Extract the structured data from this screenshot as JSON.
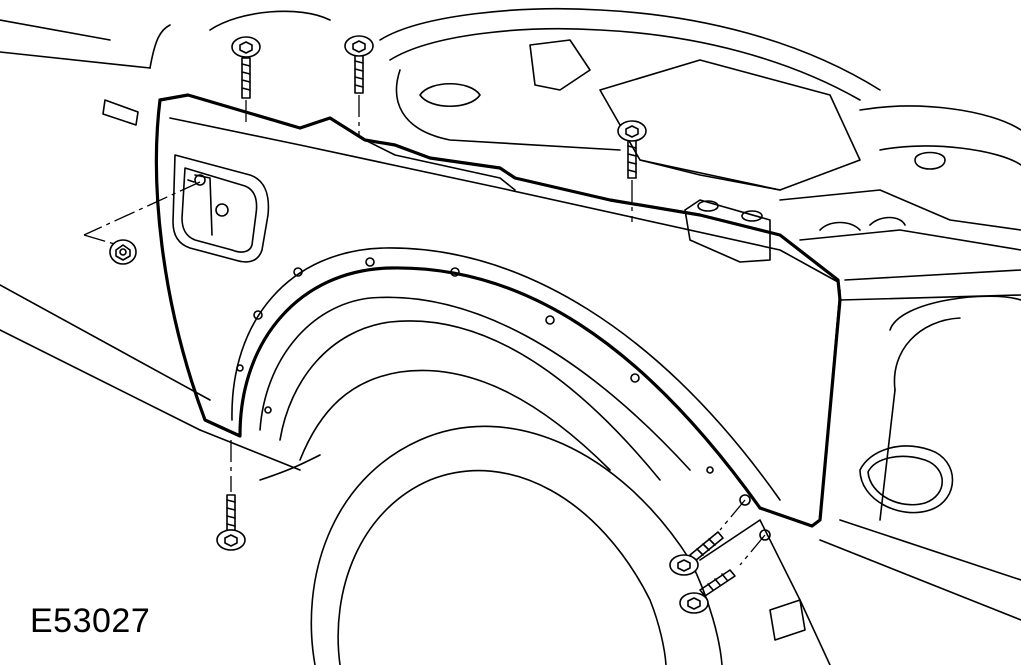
{
  "figure": {
    "reference_code": "E53027"
  },
  "colors": {
    "line": "#000000",
    "background": "#ffffff"
  },
  "parts": [
    {
      "name": "fender-panel"
    },
    {
      "name": "wheel-arch-liner"
    },
    {
      "name": "top-mounting-bolt"
    },
    {
      "name": "lower-mounting-bolt"
    },
    {
      "name": "wheel-arch-bolt"
    },
    {
      "name": "side-retaining-nut"
    }
  ]
}
